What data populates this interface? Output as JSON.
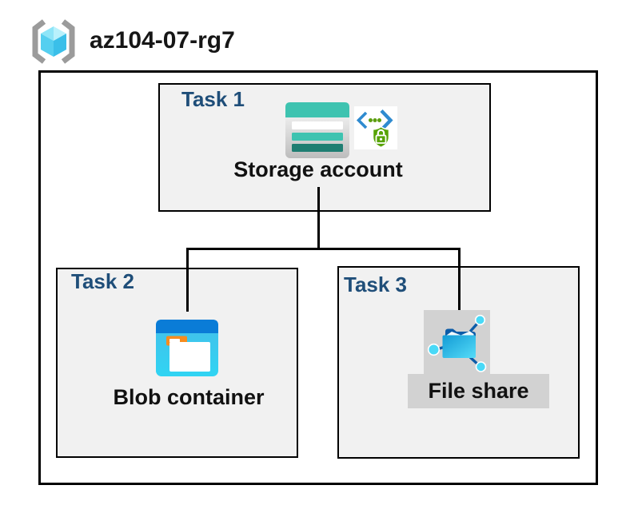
{
  "header": {
    "title": "az104-07-rg7",
    "icon": "resource-group-icon"
  },
  "resource_group": {
    "tasks": [
      {
        "label": "Task 1",
        "item": "Storage account",
        "icons": [
          "storage-account-icon",
          "secure-endpoint-icon"
        ]
      },
      {
        "label": "Task 2",
        "item": "Blob container",
        "icons": [
          "blob-container-icon"
        ]
      },
      {
        "label": "Task 3",
        "item": "File share",
        "icons": [
          "file-share-icon"
        ]
      }
    ],
    "connections": [
      {
        "from": "Storage account",
        "to": "Blob container"
      },
      {
        "from": "Storage account",
        "to": "File share"
      }
    ]
  },
  "colors": {
    "task-label": "#1F4E79",
    "text": "#111111",
    "box-fill": "#F1F1F1",
    "box-border": "#000000",
    "connector": "#000000",
    "highlight": "#D2D2D2",
    "storage-teal": "#3EC3B0",
    "storage-teal-dark": "#1F7E72",
    "blob-blue": "#0A7CD7",
    "blob-cyan": "#30D2F2",
    "share-blue": "#0C5CA8",
    "share-cyan": "#49D9F7",
    "secure-green": "#57A304",
    "secure-blue": "#2F8BD0",
    "bracket-gray": "#9B9B9B"
  }
}
